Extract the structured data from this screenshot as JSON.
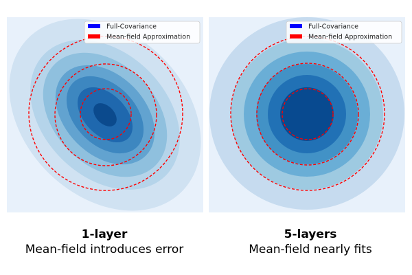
{
  "chart_data": [
    {
      "type": "contour",
      "title": "1-layer",
      "subtitle": "Mean-field introduces error",
      "legend": {
        "placement": "top-right",
        "entries": [
          {
            "label": "Full-Covariance",
            "color": "#0000ff"
          },
          {
            "label": "Mean-field Approximation",
            "color": "#ff0000"
          }
        ]
      },
      "full_covariance": {
        "correlation": "strong negative",
        "filled_levels": 8,
        "colormap": [
          "#e8f1fb",
          "#d0e2f2",
          "#b5d4ea",
          "#8fc0de",
          "#62a3d0",
          "#3d87c0",
          "#1f68ae",
          "#0b4a8d"
        ]
      },
      "mean_field": {
        "rings": 3,
        "line_color": "#ff0000",
        "line_style": "dashed"
      },
      "axes": "off"
    },
    {
      "type": "contour",
      "title": "5-layers",
      "subtitle": "Mean-field nearly fits",
      "legend": {
        "placement": "top-right",
        "entries": [
          {
            "label": "Full-Covariance",
            "color": "#0000ff"
          },
          {
            "label": "Mean-field Approximation",
            "color": "#ff0000"
          }
        ]
      },
      "full_covariance": {
        "correlation": "near zero",
        "filled_levels": 6,
        "colormap": [
          "#e8f1fb",
          "#c6dbef",
          "#9ecae1",
          "#6aaed6",
          "#4292c6",
          "#2171b5",
          "#084a90"
        ]
      },
      "mean_field": {
        "rings": 3,
        "line_color": "#ff0000",
        "line_style": "dashed"
      },
      "axes": "off"
    }
  ]
}
